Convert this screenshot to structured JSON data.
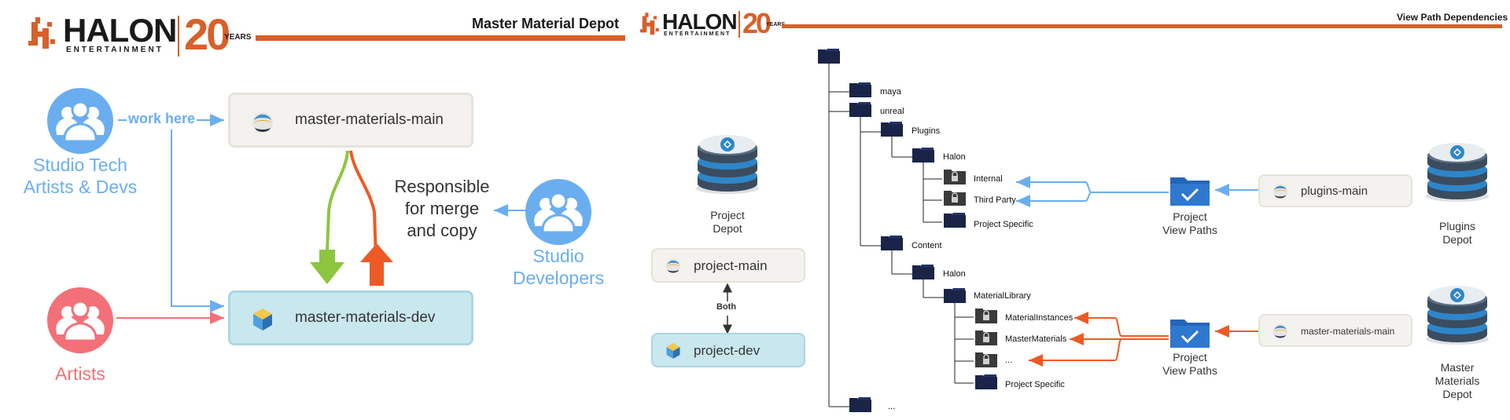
{
  "left_panel": {
    "logo": {
      "word": "HALON",
      "sub": "ENTERTAINMENT",
      "anniversary": "20",
      "years": "YEARS"
    },
    "title": "Master Material Depot",
    "groups": {
      "tech": {
        "label_line1": "Studio Tech",
        "label_line2": "Artists & Devs"
      },
      "artists": {
        "label": "Artists"
      },
      "developers": {
        "label_line1": "Studio",
        "label_line2": "Developers"
      }
    },
    "work_here": "work here",
    "responsibility": {
      "line1": "Responsible",
      "line2": "for merge",
      "line3": "and copy"
    },
    "streams": {
      "main": "master-materials-main",
      "dev": "master-materials-dev"
    }
  },
  "right_panel": {
    "logo": {
      "word": "HALON",
      "sub": "ENTERTAINMENT",
      "anniversary": "20",
      "years": "YEARS"
    },
    "title": "View Path Dependencies",
    "project_depot": {
      "line1": "Project",
      "line2": "Depot"
    },
    "streams": {
      "main": "project-main",
      "dev": "project-dev",
      "both": "Both"
    },
    "tree": {
      "maya": "maya",
      "unreal": "unreal",
      "plugins": "Plugins",
      "halon1": "Halon",
      "internal": "Internal",
      "third_party": "Third Party",
      "project_specific1": "Project Specific",
      "content": "Content",
      "halon2": "Halon",
      "material_library": "MaterialLibrary",
      "material_instances": "MaterialInstances",
      "master_materials": "MasterMaterials",
      "ellipsis1": "...",
      "project_specific2": "Project Specific",
      "ellipsis2": "..."
    },
    "view_paths": {
      "line1": "Project",
      "line2": "View Paths"
    },
    "plugins_stream": "plugins-main",
    "plugins_depot": {
      "line1": "Plugins",
      "line2": "Depot"
    },
    "mm_stream": "master-materials-main",
    "mm_depot": {
      "line1": "Master",
      "line2": "Materials",
      "line3": "Depot"
    }
  },
  "colors": {
    "brand_orange": "#d8602a",
    "arrow_blue": "#6aaef0",
    "artist_red": "#f47078",
    "accent_green": "#8cc63e",
    "accent_orange": "#ee5a26",
    "folder_navy": "#1a2448"
  },
  "icons": [
    "people-group-icon",
    "perforce-icon",
    "helix-swarm-icon",
    "database-icon",
    "folder-icon",
    "lock-folder-icon",
    "checkmark-folder-icon"
  ]
}
